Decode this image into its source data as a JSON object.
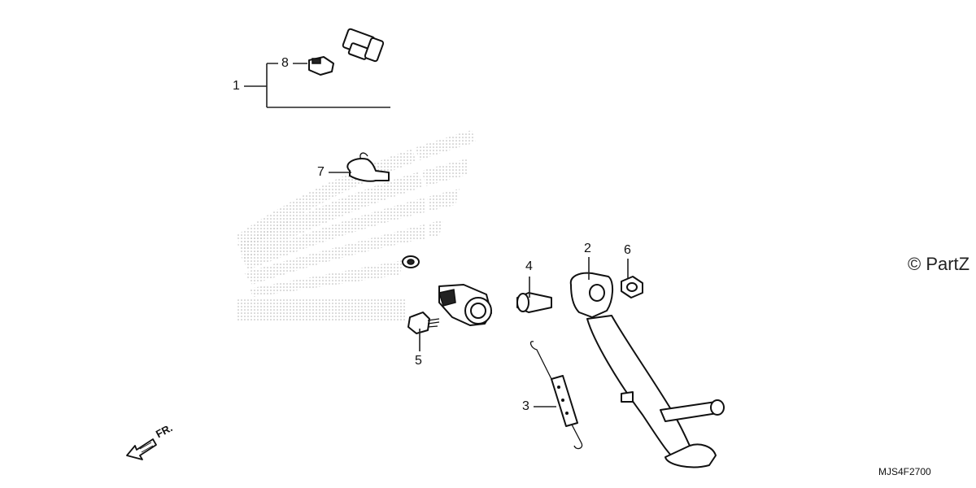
{
  "callouts": [
    {
      "id": "1",
      "label": "1"
    },
    {
      "id": "2",
      "label": "2"
    },
    {
      "id": "3",
      "label": "3"
    },
    {
      "id": "4",
      "label": "4"
    },
    {
      "id": "5",
      "label": "5"
    },
    {
      "id": "6",
      "label": "6"
    },
    {
      "id": "7",
      "label": "7"
    },
    {
      "id": "8",
      "label": "8"
    }
  ],
  "watermark_text": "© PartZ",
  "diagram_code": "MJS4F2700",
  "front_indicator": "FR.",
  "colors": {
    "line": "#111111",
    "background": "#ffffff",
    "watermark_logo": "#bdbdbd"
  }
}
